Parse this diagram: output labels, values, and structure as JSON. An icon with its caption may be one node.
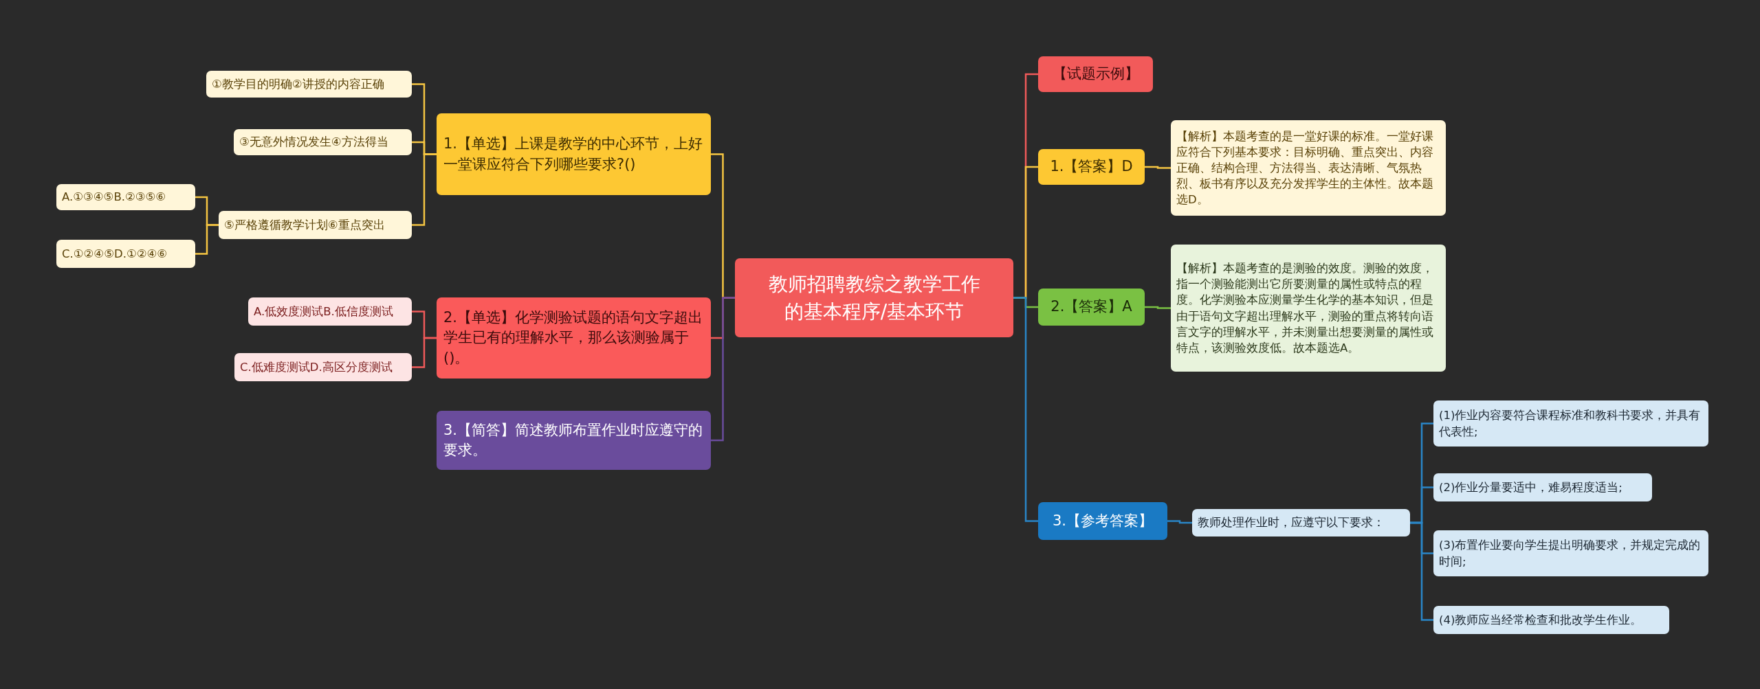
{
  "diagram": {
    "nodes": [
      {
        "text": [
          "教师招聘教综之教学工作的基本程序/基本环节"
        ]
      },
      {
        "text": [
          "1.【单选】上课是教学的中心环节，上好一堂课应符合下列哪些要求?()"
        ]
      },
      {
        "text": [
          "①教学目的明确②讲授的内容正确"
        ]
      },
      {
        "text": [
          "③无意外情况发生④方法得当"
        ]
      },
      {
        "text": [
          "⑤严格遵循教学计划⑥重点突出"
        ]
      },
      {
        "text": [
          "A.①③④⑤B.②③⑤⑥"
        ]
      },
      {
        "text": [
          "C.①②④⑤D.①②④⑥"
        ]
      },
      {
        "text": [
          "2.【单选】化学测验试题的语句文字超出学生已有的理解水平，那么该测验属于()。"
        ]
      },
      {
        "text": [
          "A.低效度测试B.低信度测试"
        ]
      },
      {
        "text": [
          "C.低难度测试D.高区分度测试"
        ]
      },
      {
        "text": [
          "3.【简答】简述教师布置作业时应遵守的要求。"
        ]
      },
      {
        "text": [
          "【试题示例】"
        ]
      },
      {
        "text": [
          "1.【答案】D"
        ]
      },
      {
        "text": [
          "【解析】本题考查的是一堂好课的标准。一堂好课应符合下列基本要求：目标明确、重点突出、内容正确、结构合理、方法得当、表达清晰、气氛热烈、板书有序以及充分发挥学生的主体性。故本题选D。"
        ]
      },
      {
        "text": [
          "2.【答案】A"
        ]
      },
      {
        "text": [
          "【解析】本题考查的是测验的效度。测验的效度，指一个测验能测出它所要测量的属性或特点的程度。化学测验本应测量学生化学的基本知识，但是由于语句文字超出理解水平，测验的重点将转向语言文字的理解水平，并未测量出想要测量的属性或特点，该测验效度低。故本题选A。"
        ]
      },
      {
        "text": [
          "3.【参考答案】"
        ]
      },
      {
        "text": [
          "教师处理作业时，应遵守以下要求："
        ]
      },
      {
        "text": [
          "(1)作业内容要符合课程标准和教科书要求，并具有代表性;"
        ]
      },
      {
        "text": [
          "(2)作业分量要适中，难易程度适当;"
        ]
      },
      {
        "text": [
          "(3)布置作业要向学生提出明确要求，并规定完成的时间;"
        ]
      },
      {
        "text": [
          "(4)教师应当经常检查和批改学生作业。"
        ]
      }
    ],
    "edges": [
      {
        "from": 0,
        "to": 1,
        "arrow": "none",
        "color": "#f5c542"
      },
      {
        "from": 1,
        "to": 2,
        "arrow": "none",
        "color": "#f5c542"
      },
      {
        "from": 1,
        "to": 3,
        "arrow": "none",
        "color": "#f5c542"
      },
      {
        "from": 1,
        "to": 4,
        "arrow": "none",
        "color": "#f5c542"
      },
      {
        "from": 4,
        "to": 5,
        "arrow": "none",
        "color": "#f5c542"
      },
      {
        "from": 4,
        "to": 6,
        "arrow": "none",
        "color": "#f5c542"
      },
      {
        "from": 0,
        "to": 7,
        "arrow": "none",
        "color": "#f05a5a"
      },
      {
        "from": 7,
        "to": 8,
        "arrow": "none",
        "color": "#f05a5a"
      },
      {
        "from": 7,
        "to": 9,
        "arrow": "none",
        "color": "#f05a5a"
      },
      {
        "from": 0,
        "to": 10,
        "arrow": "none",
        "color": "#6a4c9c"
      },
      {
        "from": 0,
        "to": 11,
        "arrow": "none",
        "color": "#f05a5a"
      },
      {
        "from": 0,
        "to": 12,
        "arrow": "none",
        "color": "#f5c542"
      },
      {
        "from": 12,
        "to": 13,
        "arrow": "none",
        "color": "#f5c542"
      },
      {
        "from": 0,
        "to": 14,
        "arrow": "none",
        "color": "#7ac143"
      },
      {
        "from": 14,
        "to": 15,
        "arrow": "none",
        "color": "#7ac143"
      },
      {
        "from": 0,
        "to": 16,
        "arrow": "none",
        "color": "#2a86c8"
      },
      {
        "from": 16,
        "to": 17,
        "arrow": "none",
        "color": "#2a86c8"
      },
      {
        "from": 17,
        "to": 18,
        "arrow": "none",
        "color": "#2a86c8"
      },
      {
        "from": 17,
        "to": 19,
        "arrow": "none",
        "color": "#2a86c8"
      },
      {
        "from": 17,
        "to": 20,
        "arrow": "none",
        "color": "#2a86c8"
      },
      {
        "from": 17,
        "to": 21,
        "arrow": "none",
        "color": "#2a86c8"
      }
    ]
  }
}
